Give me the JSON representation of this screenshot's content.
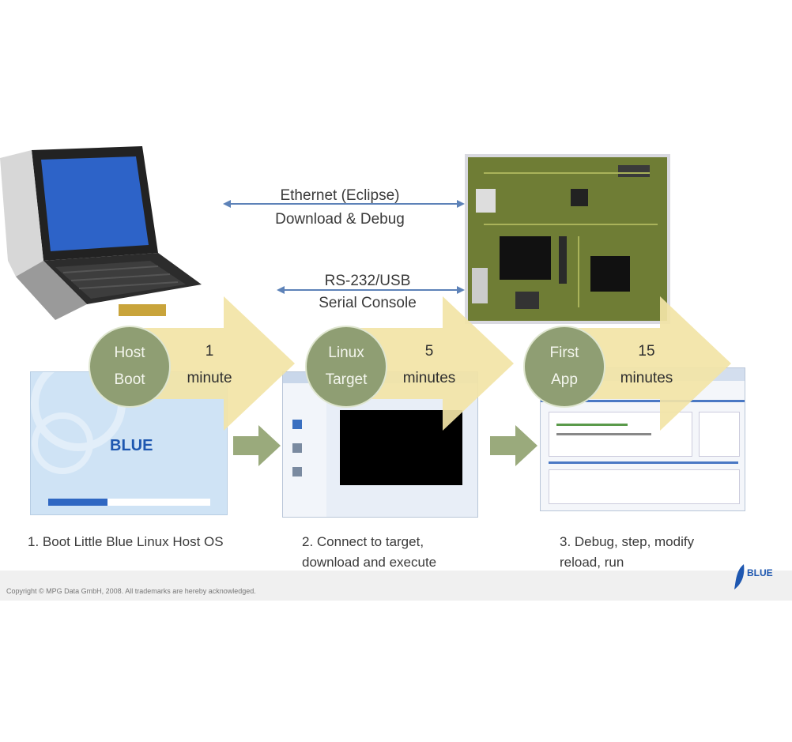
{
  "connections": {
    "ethernet_line1": "Ethernet (Eclipse)",
    "ethernet_line2": "Download & Debug",
    "serial_line1": "RS-232/USB",
    "serial_line2": "Serial Console"
  },
  "steps": [
    {
      "circle_line1": "Host",
      "circle_line2": "Boot",
      "time_value": "1",
      "time_unit": "minute",
      "caption_line1": "1. Boot Little Blue Linux Host OS",
      "caption_line2": ""
    },
    {
      "circle_line1": "Linux",
      "circle_line2": "Target",
      "time_value": "5",
      "time_unit": "minutes",
      "caption_line1": "2. Connect to target,",
      "caption_line2": "download and execute"
    },
    {
      "circle_line1": "First",
      "circle_line2": "App",
      "time_value": "15",
      "time_unit": "minutes",
      "caption_line1": "3. Debug, step, modify",
      "caption_line2": "reload, run"
    }
  ],
  "footer": {
    "copyright": "Copyright © MPG Data GmbH, 2008. All trademarks are hereby acknowledged.",
    "logo_text": "BLUE"
  },
  "boot_screen_logo": "BLUE",
  "colors": {
    "circle": "#8f9e73",
    "big_arrow": "#f2e4a6",
    "small_arrow": "#9aaa7c",
    "connection_line": "#5d82b8",
    "board": "#6f7d35"
  }
}
